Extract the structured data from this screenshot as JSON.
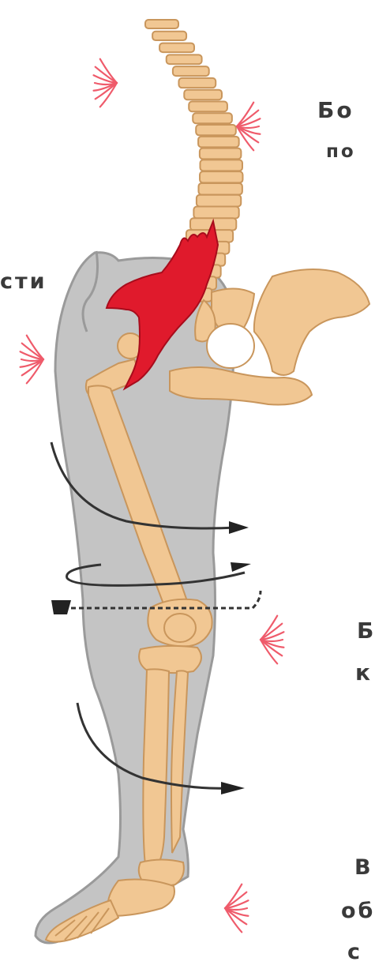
{
  "labels": {
    "top_line1": "Бо",
    "top_line2": "по",
    "left_text": "сти",
    "knee_line1": "Б",
    "knee_line2": "к",
    "foot_line1": "В",
    "foot_line2": "об",
    "foot_line3": "с"
  },
  "colors": {
    "bone": "#f1c793",
    "bone_outline": "#c9965c",
    "leg_silhouette": "#c4c4c4",
    "leg_outline": "#9a9a9a",
    "muscle": "#e01a2c",
    "pain_marks": "#ef5b6b",
    "arrows": "#333333",
    "label_text": "#3a3a3a"
  }
}
